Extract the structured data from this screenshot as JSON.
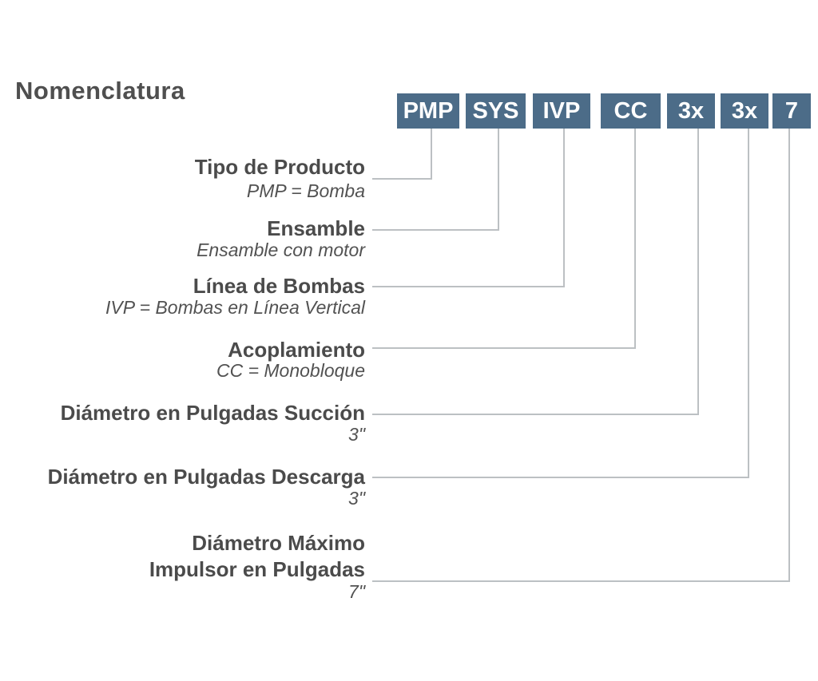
{
  "title": "Nomenclatura",
  "codes": [
    {
      "label": "PMP"
    },
    {
      "label": "SYS"
    },
    {
      "label": "IVP"
    },
    {
      "label": "CC"
    },
    {
      "label": "3x"
    },
    {
      "label": "3x"
    },
    {
      "label": "7"
    }
  ],
  "rows": [
    {
      "label": "Tipo de Producto",
      "sublabel": "PMP = Bomba"
    },
    {
      "label": "Ensamble",
      "sublabel": "Ensamble con motor"
    },
    {
      "label": "Línea de Bombas",
      "sublabel": "IVP = Bombas en Línea Vertical"
    },
    {
      "label": "Acoplamiento",
      "sublabel": "CC = Monobloque"
    },
    {
      "label": "Diámetro en Pulgadas Succión",
      "sublabel": "3\""
    },
    {
      "label": "Diámetro en Pulgadas Descarga",
      "sublabel": "3\""
    },
    {
      "label_line1": "Diámetro Máximo",
      "label_line2": "Impulsor en Pulgadas",
      "sublabel": "7\""
    }
  ],
  "colors": {
    "box_bg": "#4c6c88",
    "box_text": "#ffffff",
    "heading_text": "#4f4f4f",
    "label_text": "#4b4b4b",
    "sublabel_text": "#525252",
    "connector_line": "#bcc0c3",
    "background": "#ffffff"
  }
}
